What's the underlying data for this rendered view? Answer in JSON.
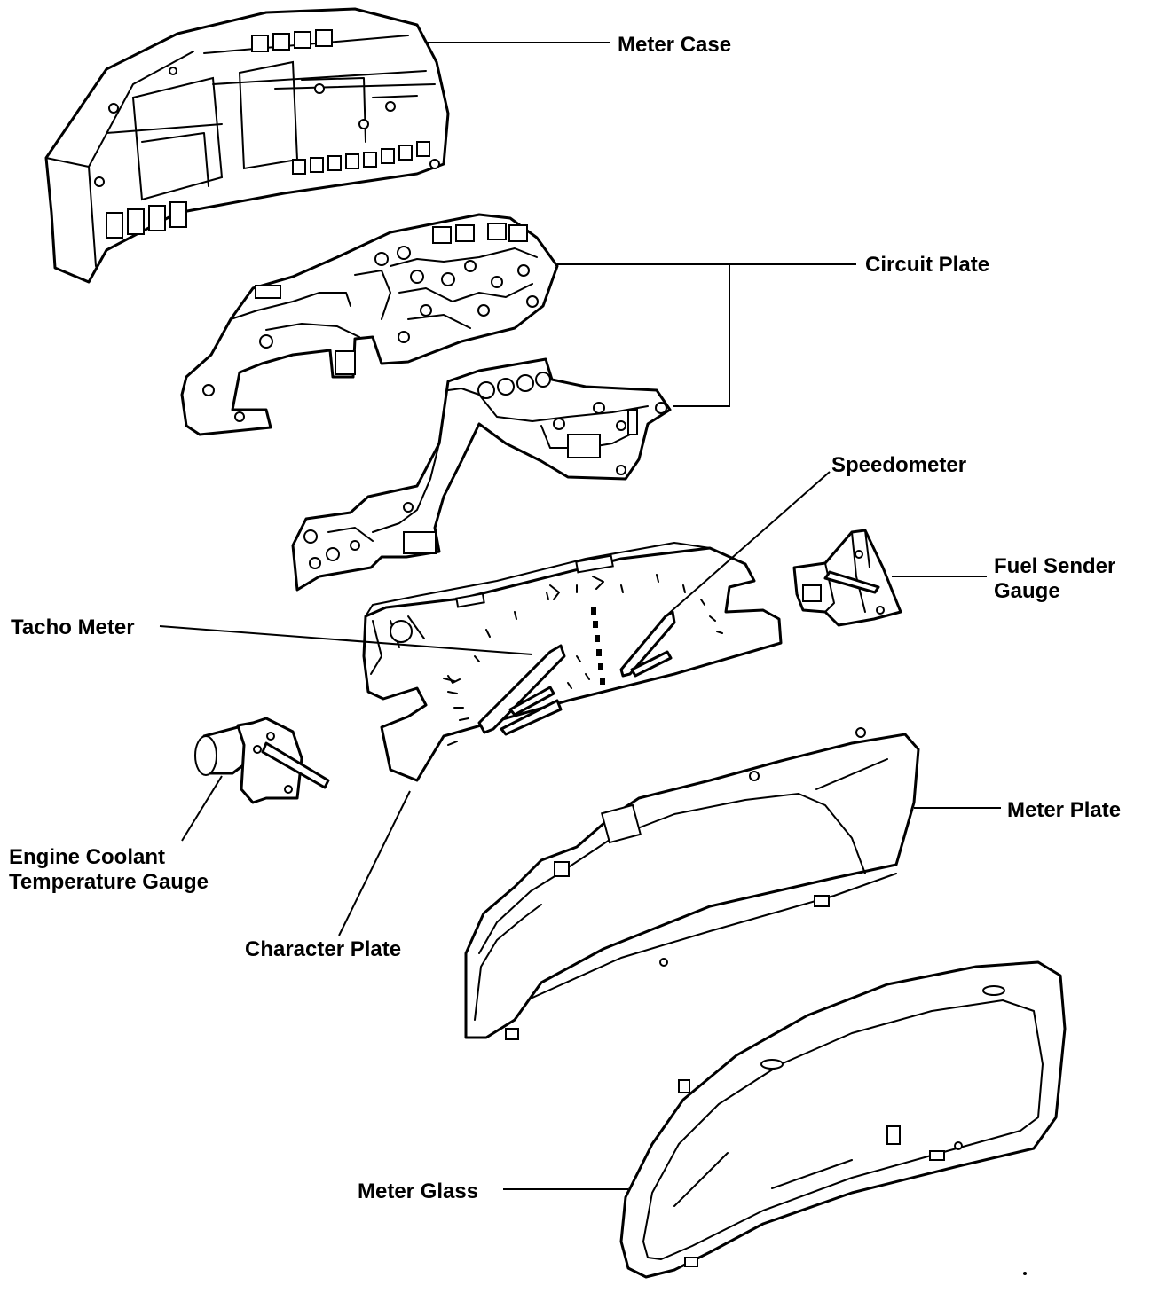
{
  "labels": {
    "meter_case": "Meter Case",
    "circuit_plate": "Circuit Plate",
    "speedometer": "Speedometer",
    "fuel_sender_line1": "Fuel Sender",
    "fuel_sender_line2": "Gauge",
    "tacho_meter": "Tacho Meter",
    "engine_coolant_line1": "Engine Coolant",
    "engine_coolant_line2": "Temperature Gauge",
    "character_plate": "Character Plate",
    "meter_plate": "Meter Plate",
    "meter_glass": "Meter Glass"
  },
  "colors": {
    "line": "#000000",
    "background": "#ffffff"
  }
}
